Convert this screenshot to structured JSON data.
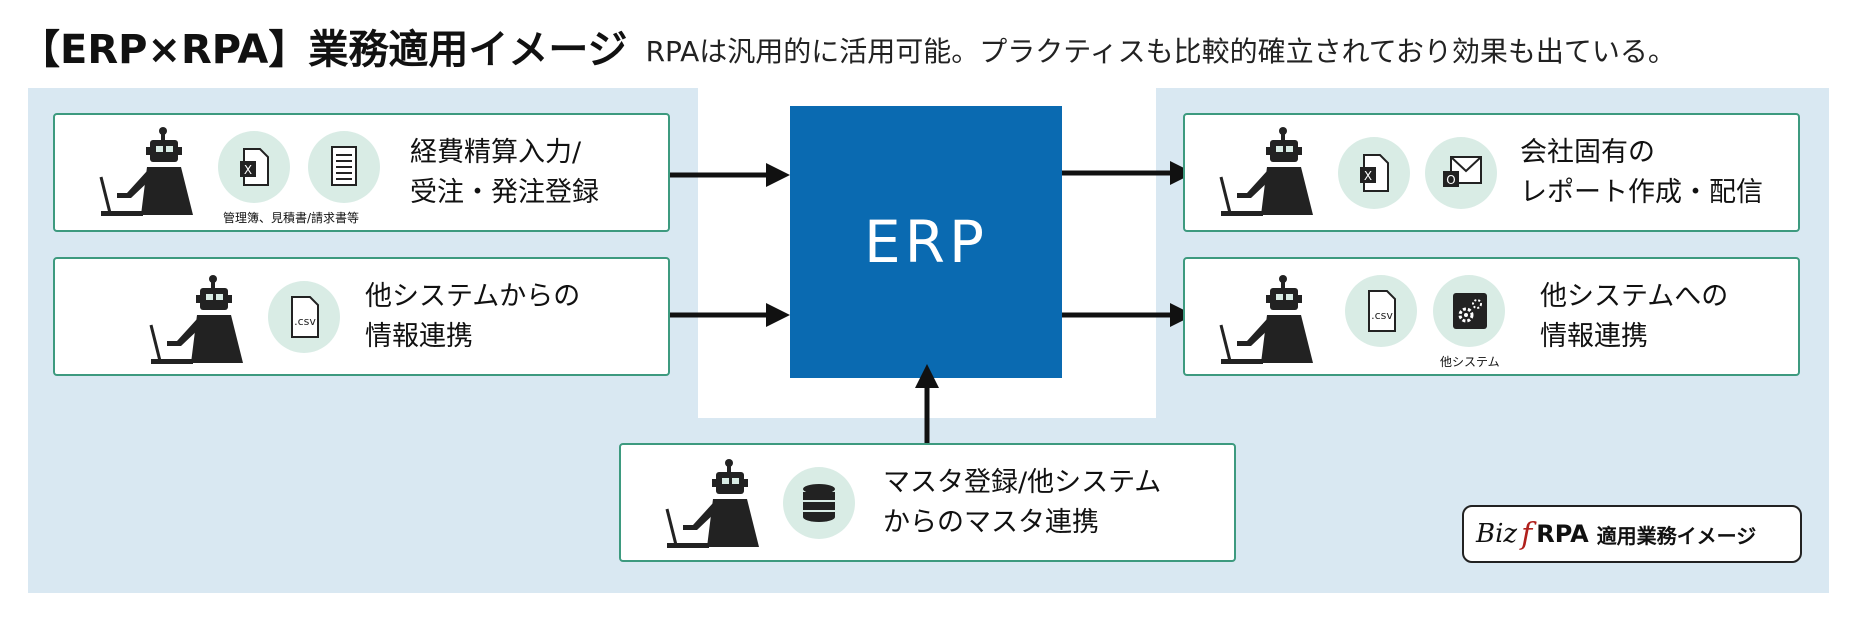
{
  "header": {
    "title": "【ERP×RPA】業務適用イメージ",
    "subtitle": "RPAは汎用的に活用可能。プラクティスも比較的確立されており効果も出ている。"
  },
  "erp": {
    "label": "ERP"
  },
  "cards": {
    "expense": {
      "line1": "経費精算入力/",
      "line2": "受注・発注登録",
      "caption": "管理簿、見積書/請求書等"
    },
    "info_in": {
      "line1": "他システムからの",
      "line2": "情報連携"
    },
    "report": {
      "line1": "会社固有の",
      "line2": "レポート作成・配信"
    },
    "info_out": {
      "line1": "他システムへの",
      "line2": "情報連携",
      "caption": "他システム"
    },
    "master": {
      "line1": "マスタ登録/他システム",
      "line2": "からのマスタ連携"
    }
  },
  "icons": {
    "excel_letter": "X",
    "csv_label": ".csv",
    "outlook_letter": "O"
  },
  "badge": {
    "biz": "Biz",
    "f": "f",
    "rpa": "RPA",
    "text": "適用業務イメージ"
  },
  "colors": {
    "erp": "#0a6ab1",
    "card_border": "#3d9a7f",
    "background": "#d9e8f2",
    "icon_circle": "#d9ece5",
    "badge_accent": "#b0201c"
  }
}
